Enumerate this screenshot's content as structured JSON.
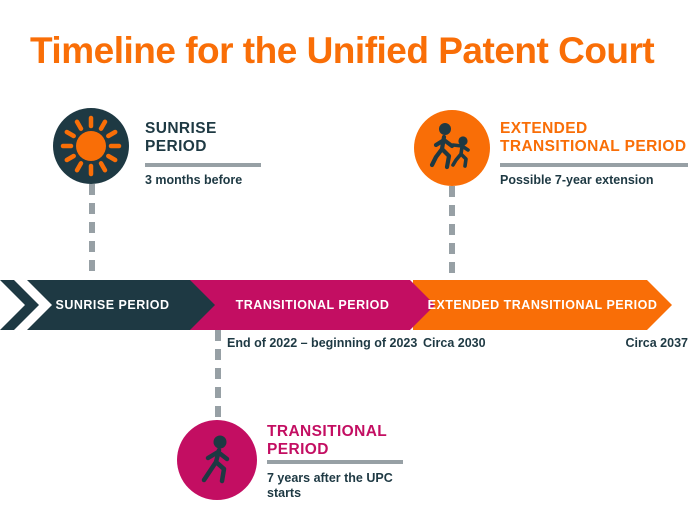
{
  "title": "Timeline for the Unified Patent Court",
  "colors": {
    "orange": "#F96E07",
    "pink": "#C30E62",
    "navy": "#1E3943",
    "gray": "#97A0A5",
    "background": "#FFFFFF"
  },
  "callouts": {
    "sunrise": {
      "icon": "sun-icon",
      "line1": "SUNRISE",
      "line2": "PERIOD",
      "subtitle": "3 months before"
    },
    "extended": {
      "icon": "adult-and-child-walking-icon",
      "line1": "EXTENDED",
      "line2": "TRANSITIONAL PERIOD",
      "subtitle": "Possible 7-year extension"
    },
    "transitional": {
      "icon": "walking-person-icon",
      "line1": "TRANSITIONAL",
      "line2": "PERIOD",
      "subtitle": "7 years after the UPC starts"
    }
  },
  "timeline": {
    "type": "timeline",
    "segments": [
      {
        "label": "SUNRISE PERIOD",
        "color": "#1E3943"
      },
      {
        "label": "TRANSITIONAL PERIOD",
        "color": "#C30E62"
      },
      {
        "label": "EXTENDED TRANSITIONAL PERIOD",
        "color": "#F96E07"
      }
    ],
    "dates": [
      "End of 2022 – beginning of 2023",
      "Circa 2030",
      "Circa 2037"
    ]
  }
}
